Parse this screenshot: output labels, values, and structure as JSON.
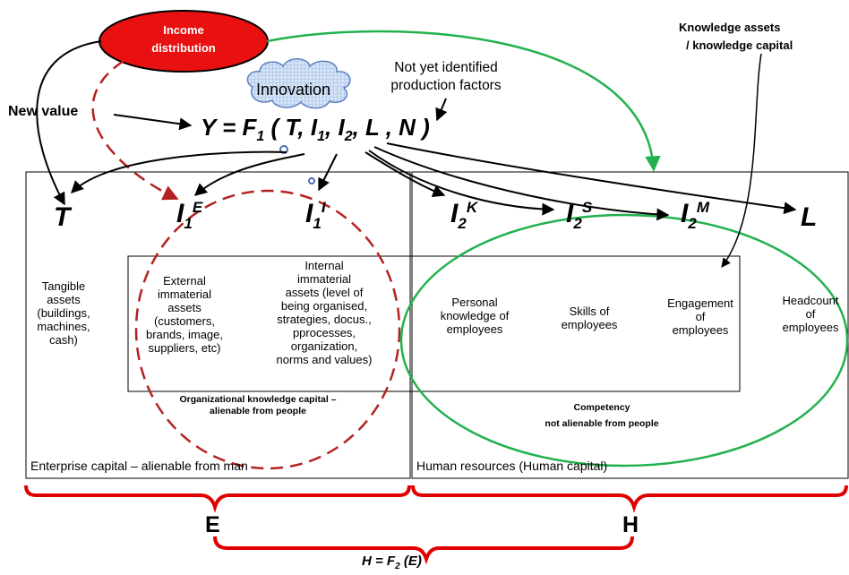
{
  "colors": {
    "red": "#b22222",
    "green": "#22b14c",
    "black": "#000000",
    "income_fill": "#e81010"
  },
  "income": {
    "line1": "Income",
    "line2": "distribution"
  },
  "innovation": "Innovation",
  "not_identified": {
    "line1": "Not yet identified",
    "line2": "production factors"
  },
  "knowledge_assets": {
    "line1": "Knowledge assets",
    "line2": "/ knowledge capital"
  },
  "new_value": "New value",
  "formula": {
    "y": "Y = F",
    "f_sub": "1",
    "open": "(",
    "t": "T,",
    "i1": "I",
    "i1_sub": "1",
    "comma1": ",",
    "i2": "I",
    "i2_sub": "2",
    "l": ", L ,",
    "n": "N",
    "close": ")"
  },
  "symbols": {
    "t": "T",
    "i1e": {
      "base": "I",
      "sub": "1",
      "sup": "E"
    },
    "i1i": {
      "base": "I",
      "sub": "1",
      "sup": "I"
    },
    "i2k": {
      "base": "I",
      "sub": "2",
      "sup": "K"
    },
    "i2s": {
      "base": "I",
      "sub": "2",
      "sup": "S"
    },
    "i2m": {
      "base": "I",
      "sub": "2",
      "sup": "M"
    },
    "l": "L"
  },
  "descriptions": {
    "tangible": [
      "Tangible",
      "assets",
      "(buildings,",
      "machines,",
      "cash)"
    ],
    "external": [
      "External",
      "immaterial",
      "assets",
      "(customers,",
      "brands, image,",
      "suppliers, etc)"
    ],
    "internal": [
      "Internal",
      "immaterial",
      "assets (level of",
      "being organised,",
      "strategies, docus.,",
      "pprocesses,",
      "organization,",
      "norms and values)"
    ],
    "personal": [
      "Personal",
      "knowledge of",
      "employees"
    ],
    "skills": [
      "Skills of",
      "employees"
    ],
    "engagement": [
      "Engagement",
      "of",
      "employees"
    ],
    "headcount": [
      "Headcount",
      "of",
      "employees"
    ]
  },
  "org_capital": {
    "line1": "Organizational knowledge capital –",
    "line2": "alienable from people"
  },
  "competency": {
    "line1": "Competency",
    "line2": "not alienable  from people"
  },
  "enterprise_capital": "Enterprise capital – alienable from man",
  "human_resources": "Human resources (Human capital)",
  "e_label": "E",
  "h_label": "H",
  "bottom_formula": {
    "left": "H = F",
    "sub": "2",
    "right": "(E)"
  }
}
